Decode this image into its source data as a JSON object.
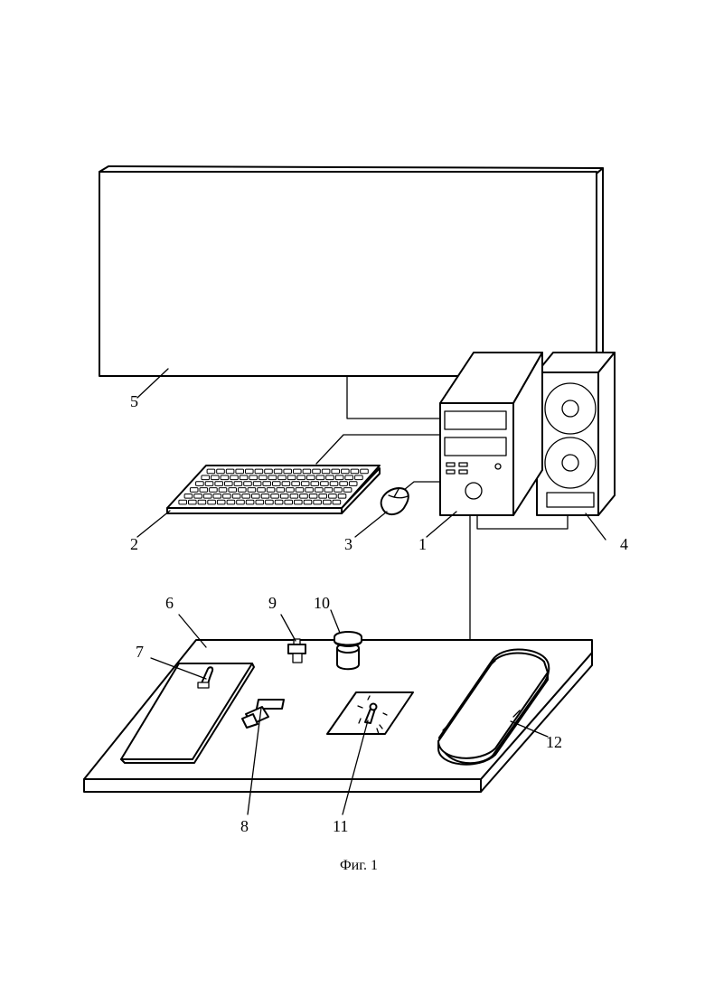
{
  "figure": {
    "caption": "Фиг. 1",
    "labels": {
      "system_unit": "1",
      "keyboard": "2",
      "mouse": "3",
      "speakers": "4",
      "monitor": "5",
      "board": "6",
      "item_7": "7",
      "item_8": "8",
      "item_9": "9",
      "item_10": "10",
      "item_11": "11",
      "item_12": "12"
    }
  }
}
